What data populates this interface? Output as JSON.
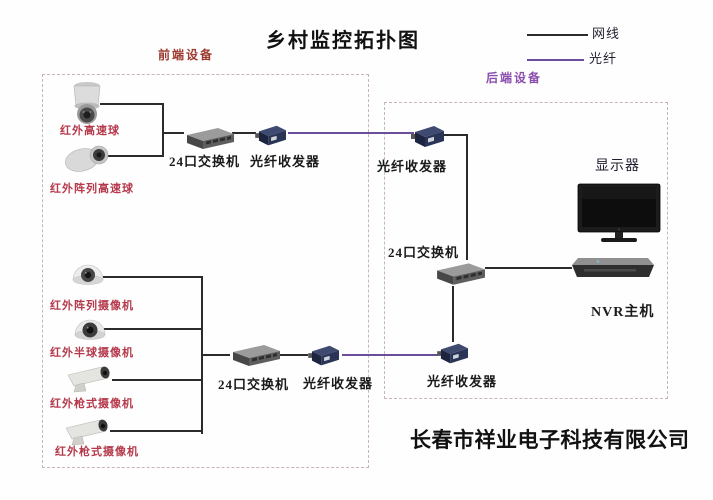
{
  "title": "乡村监控拓扑图",
  "legend": {
    "network": {
      "label": "网线",
      "color": "#2b2b2b"
    },
    "fiber": {
      "label": "光纤",
      "color": "#6b4e9b"
    }
  },
  "groups": {
    "front": {
      "label": "前端设备",
      "color": "#9c3a2e"
    },
    "back": {
      "label": "后端设备",
      "color": "#8a4fae"
    }
  },
  "nodes": {
    "cam_speed_dome": {
      "label": "红外高速球",
      "icon": "ptz-speed-dome-camera"
    },
    "cam_array_speed_dome": {
      "label": "红外阵列高速球",
      "icon": "array-speed-dome-camera"
    },
    "switch_front_top": {
      "label": "24口交换机",
      "icon": "network-switch"
    },
    "transceiver_front_top": {
      "label": "光纤收发器",
      "icon": "fiber-transceiver"
    },
    "cam_array": {
      "label": "红外阵列摄像机",
      "icon": "dome-camera"
    },
    "cam_half_dome": {
      "label": "红外半球摄像机",
      "icon": "dome-camera"
    },
    "cam_bullet_1": {
      "label": "红外枪式摄像机",
      "icon": "bullet-camera"
    },
    "cam_bullet_2": {
      "label": "红外枪式摄像机",
      "icon": "bullet-camera"
    },
    "switch_front_bottom": {
      "label": "24口交换机",
      "icon": "network-switch"
    },
    "transceiver_front_bottom": {
      "label": "光纤收发器",
      "icon": "fiber-transceiver"
    },
    "transceiver_back_top": {
      "label": "光纤收发器",
      "icon": "fiber-transceiver"
    },
    "switch_back": {
      "label": "24口交换机",
      "icon": "network-switch"
    },
    "transceiver_back_bottom": {
      "label": "光纤收发器",
      "icon": "fiber-transceiver"
    },
    "monitor": {
      "label": "显示器",
      "icon": "monitor"
    },
    "nvr": {
      "label": "NVR主机",
      "icon": "nvr-recorder"
    }
  },
  "footer": {
    "company": "长春市祥业电子科技有限公司"
  }
}
